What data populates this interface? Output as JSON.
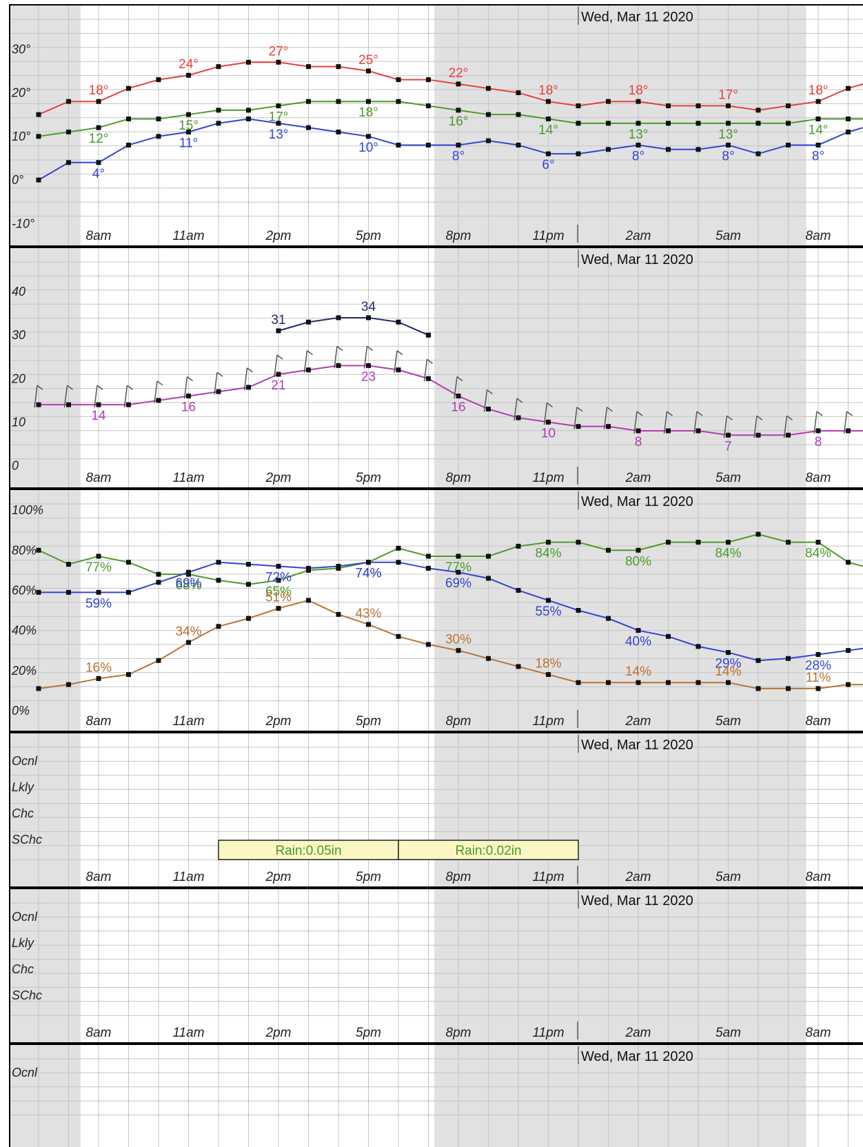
{
  "date_label": "Wed, Mar 11 2020",
  "hour_labels": [
    "8am",
    "11am",
    "2pm",
    "5pm",
    "8pm",
    "11pm",
    "2am",
    "5am",
    "8am"
  ],
  "colors": {
    "high": "#e8403a",
    "dew": "#4c9a2a",
    "low": "#3343d6",
    "gust": "#1d2a6b",
    "wind": "#b03cb0",
    "prob": "#b87333",
    "night": "#e1e1e1"
  },
  "chart_data": [
    {
      "type": "line",
      "panel": "temperature",
      "x_hours": [
        6,
        7,
        8,
        9,
        10,
        11,
        12,
        13,
        14,
        15,
        16,
        17,
        18,
        19,
        20,
        21,
        22,
        23,
        24,
        25,
        26,
        27,
        28,
        29,
        30,
        31,
        32,
        33,
        34
      ],
      "ylim": [
        -15,
        40
      ],
      "yticks": [
        "30°",
        "20°",
        "10°",
        "0°",
        "-10°"
      ],
      "series": [
        {
          "key": "high",
          "values": [
            15,
            18,
            18,
            21,
            23,
            24,
            26,
            27,
            27,
            26,
            26,
            25,
            23,
            23,
            22,
            21,
            20,
            18,
            17,
            18,
            18,
            17,
            17,
            17,
            16,
            17,
            18,
            21,
            23
          ],
          "labels": [
            {
              "i": 2,
              "t": "18°"
            },
            {
              "i": 5,
              "t": "24°"
            },
            {
              "i": 8,
              "t": "27°"
            },
            {
              "i": 11,
              "t": "25°"
            },
            {
              "i": 14,
              "t": "22°"
            },
            {
              "i": 17,
              "t": "18°"
            },
            {
              "i": 20,
              "t": "18°"
            },
            {
              "i": 23,
              "t": "17°"
            },
            {
              "i": 26,
              "t": "18°"
            }
          ]
        },
        {
          "key": "dew",
          "values": [
            10,
            11,
            12,
            14,
            14,
            15,
            16,
            16,
            17,
            18,
            18,
            18,
            18,
            17,
            16,
            15,
            15,
            14,
            13,
            13,
            13,
            13,
            13,
            13,
            13,
            13,
            14,
            14,
            14
          ],
          "labels": [
            {
              "i": 2,
              "t": "12°"
            },
            {
              "i": 5,
              "t": "15°"
            },
            {
              "i": 8,
              "t": "17°"
            },
            {
              "i": 11,
              "t": "18°"
            },
            {
              "i": 14,
              "t": "16°"
            },
            {
              "i": 17,
              "t": "14°"
            },
            {
              "i": 20,
              "t": "13°"
            },
            {
              "i": 23,
              "t": "13°"
            },
            {
              "i": 26,
              "t": "14°"
            }
          ]
        },
        {
          "key": "low",
          "values": [
            0,
            4,
            4,
            8,
            10,
            11,
            13,
            14,
            13,
            12,
            11,
            10,
            8,
            8,
            8,
            9,
            8,
            6,
            6,
            7,
            8,
            7,
            7,
            8,
            6,
            8,
            8,
            11,
            13
          ],
          "labels": [
            {
              "i": 2,
              "t": "4°"
            },
            {
              "i": 5,
              "t": "11°"
            },
            {
              "i": 8,
              "t": "13°"
            },
            {
              "i": 11,
              "t": "10°"
            },
            {
              "i": 14,
              "t": "8°"
            },
            {
              "i": 17,
              "t": "6°"
            },
            {
              "i": 20,
              "t": "8°"
            },
            {
              "i": 23,
              "t": "8°"
            },
            {
              "i": 26,
              "t": "8°"
            }
          ]
        }
      ]
    },
    {
      "type": "line",
      "panel": "wind",
      "x_hours": [
        6,
        7,
        8,
        9,
        10,
        11,
        12,
        13,
        14,
        15,
        16,
        17,
        18,
        19,
        20,
        21,
        22,
        23,
        24,
        25,
        26,
        27,
        28,
        29,
        30,
        31,
        32,
        33,
        34
      ],
      "ylim": [
        -5,
        50
      ],
      "yticks": [
        "40",
        "30",
        "20",
        "10",
        "0"
      ],
      "series": [
        {
          "key": "gust",
          "x_hours": [
            14,
            15,
            16,
            17,
            18,
            19
          ],
          "values": [
            31,
            33,
            34,
            34,
            33,
            30
          ],
          "labels": [
            {
              "i": 0,
              "t": "31"
            },
            {
              "i": 3,
              "t": "34"
            }
          ]
        },
        {
          "key": "wind",
          "values": [
            14,
            14,
            14,
            14,
            15,
            16,
            17,
            18,
            21,
            22,
            23,
            23,
            22,
            20,
            16,
            13,
            11,
            10,
            9,
            9,
            8,
            8,
            8,
            7,
            7,
            7,
            8,
            8,
            8
          ],
          "labels": [
            {
              "i": 2,
              "t": "14"
            },
            {
              "i": 5,
              "t": "16"
            },
            {
              "i": 8,
              "t": "21"
            },
            {
              "i": 11,
              "t": "23"
            },
            {
              "i": 14,
              "t": "16"
            },
            {
              "i": 17,
              "t": "10"
            },
            {
              "i": 20,
              "t": "8"
            },
            {
              "i": 23,
              "t": "7"
            },
            {
              "i": 26,
              "t": "8"
            }
          ]
        }
      ]
    },
    {
      "type": "line",
      "panel": "humidity",
      "x_hours": [
        6,
        7,
        8,
        9,
        10,
        11,
        12,
        13,
        14,
        15,
        16,
        17,
        18,
        19,
        20,
        21,
        22,
        23,
        24,
        25,
        26,
        27,
        28,
        29,
        30,
        31,
        32,
        33,
        34
      ],
      "ylim": [
        -10,
        110
      ],
      "yticks": [
        "100%",
        "80%",
        "60%",
        "40%",
        "20%",
        "0%"
      ],
      "series": [
        {
          "key": "dew",
          "values": [
            80,
            73,
            77,
            74,
            68,
            68,
            65,
            63,
            65,
            70,
            71,
            74,
            81,
            77,
            77,
            77,
            82,
            84,
            84,
            80,
            80,
            84,
            84,
            84,
            88,
            84,
            84,
            74,
            70
          ],
          "labels": [
            {
              "i": 2,
              "t": "77%"
            },
            {
              "i": 5,
              "t": "68%"
            },
            {
              "i": 8,
              "t": "65%"
            },
            {
              "i": 11,
              "t": "74%"
            },
            {
              "i": 14,
              "t": "77%"
            },
            {
              "i": 17,
              "t": "84%"
            },
            {
              "i": 20,
              "t": "80%"
            },
            {
              "i": 23,
              "t": "84%"
            },
            {
              "i": 26,
              "t": "84%"
            }
          ]
        },
        {
          "key": "low",
          "values": [
            59,
            59,
            59,
            59,
            64,
            69,
            74,
            73,
            72,
            71,
            72,
            74,
            74,
            71,
            69,
            66,
            60,
            55,
            50,
            46,
            40,
            37,
            32,
            29,
            25,
            26,
            28,
            30,
            32
          ],
          "labels": [
            {
              "i": 2,
              "t": "59%"
            },
            {
              "i": 5,
              "t": "69%"
            },
            {
              "i": 8,
              "t": "72%"
            },
            {
              "i": 11,
              "t": "74%"
            },
            {
              "i": 14,
              "t": "69%"
            },
            {
              "i": 17,
              "t": "55%"
            },
            {
              "i": 20,
              "t": "40%"
            },
            {
              "i": 23,
              "t": "29%"
            },
            {
              "i": 26,
              "t": "28%"
            }
          ]
        },
        {
          "key": "prob",
          "values": [
            11,
            13,
            16,
            18,
            25,
            34,
            42,
            46,
            51,
            55,
            48,
            43,
            37,
            33,
            30,
            26,
            22,
            18,
            14,
            14,
            14,
            14,
            14,
            14,
            11,
            11,
            11,
            13,
            13
          ],
          "labels": [
            {
              "i": 2,
              "t": "16%"
            },
            {
              "i": 5,
              "t": "34%"
            },
            {
              "i": 8,
              "t": "51%"
            },
            {
              "i": 11,
              "t": "43%"
            },
            {
              "i": 14,
              "t": "30%"
            },
            {
              "i": 17,
              "t": "18%"
            },
            {
              "i": 20,
              "t": "14%"
            },
            {
              "i": 23,
              "t": "14%"
            },
            {
              "i": 26,
              "t": "11%"
            }
          ]
        }
      ]
    },
    {
      "type": "table",
      "panel": "precip",
      "yticks": [
        "Ocnl",
        "Lkly",
        "Chc",
        "SChc"
      ],
      "boxes": [
        {
          "from_hour": 12,
          "to_hour": 18,
          "text": "Rain:0.05in"
        },
        {
          "from_hour": 18,
          "to_hour": 24,
          "text": "Rain:0.02in"
        }
      ]
    },
    {
      "type": "table",
      "panel": "thunder",
      "yticks": [
        "Ocnl",
        "Lkly",
        "Chc",
        "SChc"
      ]
    },
    {
      "type": "table",
      "panel": "partial",
      "yticks": [
        "Ocnl"
      ]
    }
  ]
}
